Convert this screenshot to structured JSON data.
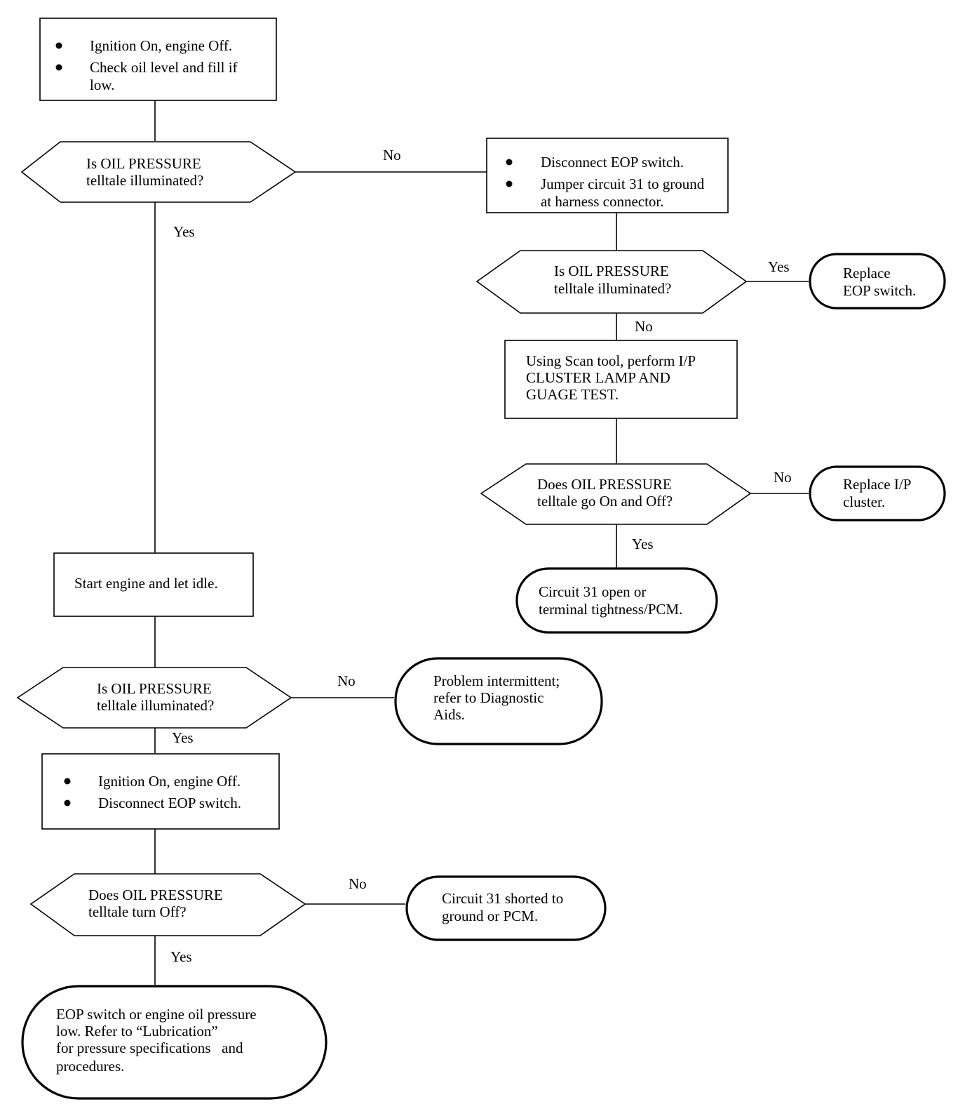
{
  "nodes": {
    "step1": {
      "items": [
        "Ignition On, engine Off.",
        "Check oil level and fill if",
        "low."
      ]
    },
    "q1": {
      "lines": [
        "Is OIL PRESSURE",
        "telltale illuminated?"
      ]
    },
    "step2": {
      "items": [
        "Disconnect EOP switch.",
        "Jumper circuit 31 to ground",
        "at harness connector."
      ]
    },
    "q2": {
      "lines": [
        "Is OIL PRESSURE",
        "telltale illuminated?"
      ]
    },
    "end_replace_eop": {
      "lines": [
        "Replace",
        "EOP switch."
      ]
    },
    "step3": {
      "lines": [
        "Using Scan tool, perform I/P",
        "CLUSTER LAMP AND",
        "GUAGE TEST."
      ]
    },
    "q3": {
      "lines": [
        "Does OIL PRESSURE",
        "telltale go On and Off?"
      ]
    },
    "end_replace_cluster": {
      "lines": [
        "Replace I/P",
        "cluster."
      ]
    },
    "end_circuit_open": {
      "lines": [
        "Circuit 31 open or",
        "terminal tightness/PCM."
      ]
    },
    "step4": {
      "text": "Start engine and let idle."
    },
    "q4": {
      "lines": [
        "Is OIL PRESSURE",
        "telltale illuminated?"
      ]
    },
    "end_intermittent": {
      "lines": [
        "Problem intermittent;",
        "refer to Diagnostic",
        "Aids."
      ]
    },
    "step5": {
      "items": [
        "Ignition On, engine Off.",
        "Disconnect EOP switch."
      ]
    },
    "q5": {
      "lines": [
        "Does OIL PRESSURE",
        "telltale turn Off?"
      ]
    },
    "end_shorted": {
      "lines": [
        "Circuit 31 shorted to",
        "ground or PCM."
      ]
    },
    "end_low_pressure": {
      "lines": [
        "EOP switch or engine oil pressure",
        "low. Refer to “Lubrication”",
        "for pressure specifications   and",
        "procedures."
      ]
    }
  },
  "edges": {
    "q1_no": "No",
    "q1_yes": "Yes",
    "q2_yes": "Yes",
    "q2_no": "No",
    "q3_no": "No",
    "q3_yes": "Yes",
    "q4_no": "No",
    "q4_yes": "Yes",
    "q5_no": "No",
    "q5_yes": "Yes"
  }
}
